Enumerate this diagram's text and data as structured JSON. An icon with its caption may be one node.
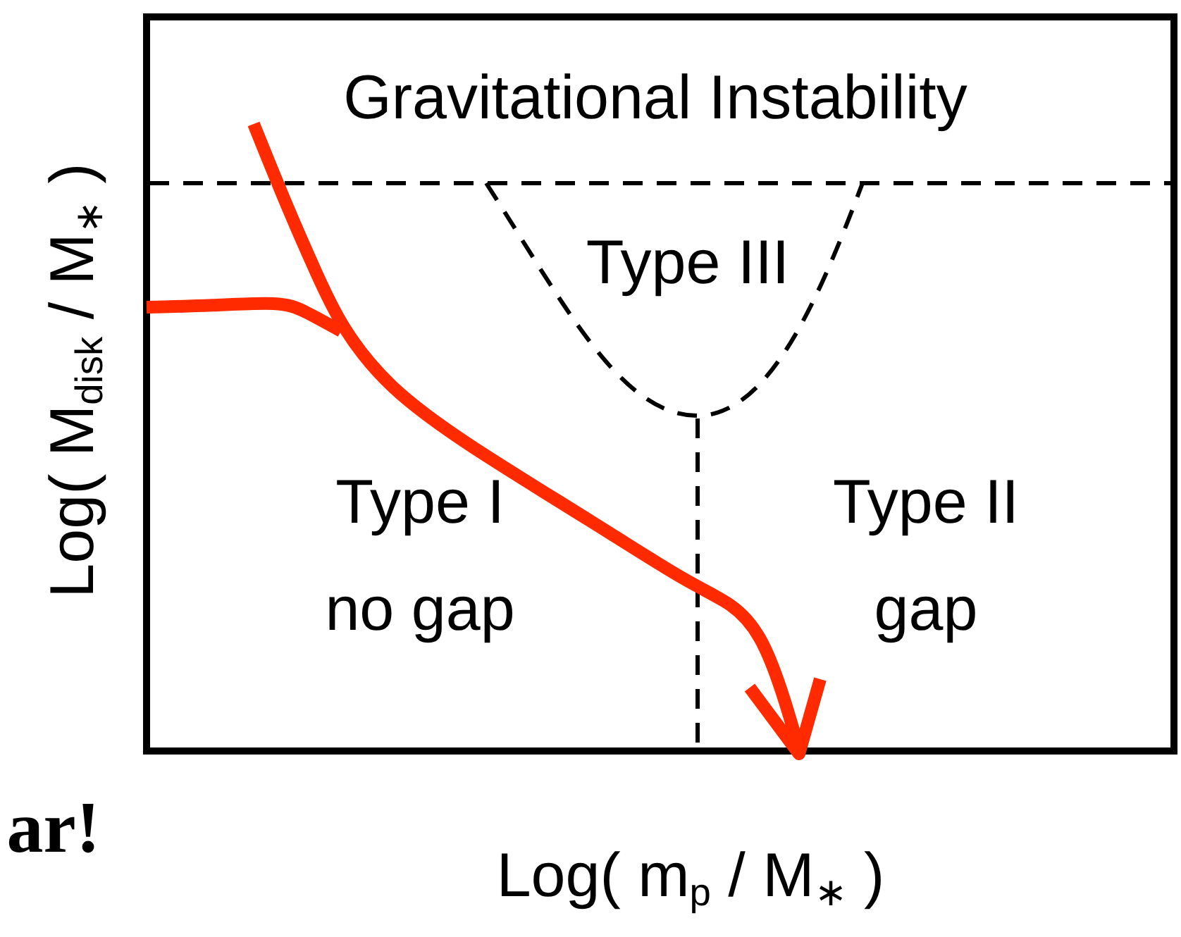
{
  "diagram": {
    "labels": [
      "Gravitational Instability",
      "Type III",
      "Type I",
      "no gap",
      "Type II",
      "gap",
      "Log( M$_{disk}$ / M$_{∗}$ )",
      "ar!",
      "Log( m$_{p}$ / M$_{∗}$ )"
    ]
  }
}
